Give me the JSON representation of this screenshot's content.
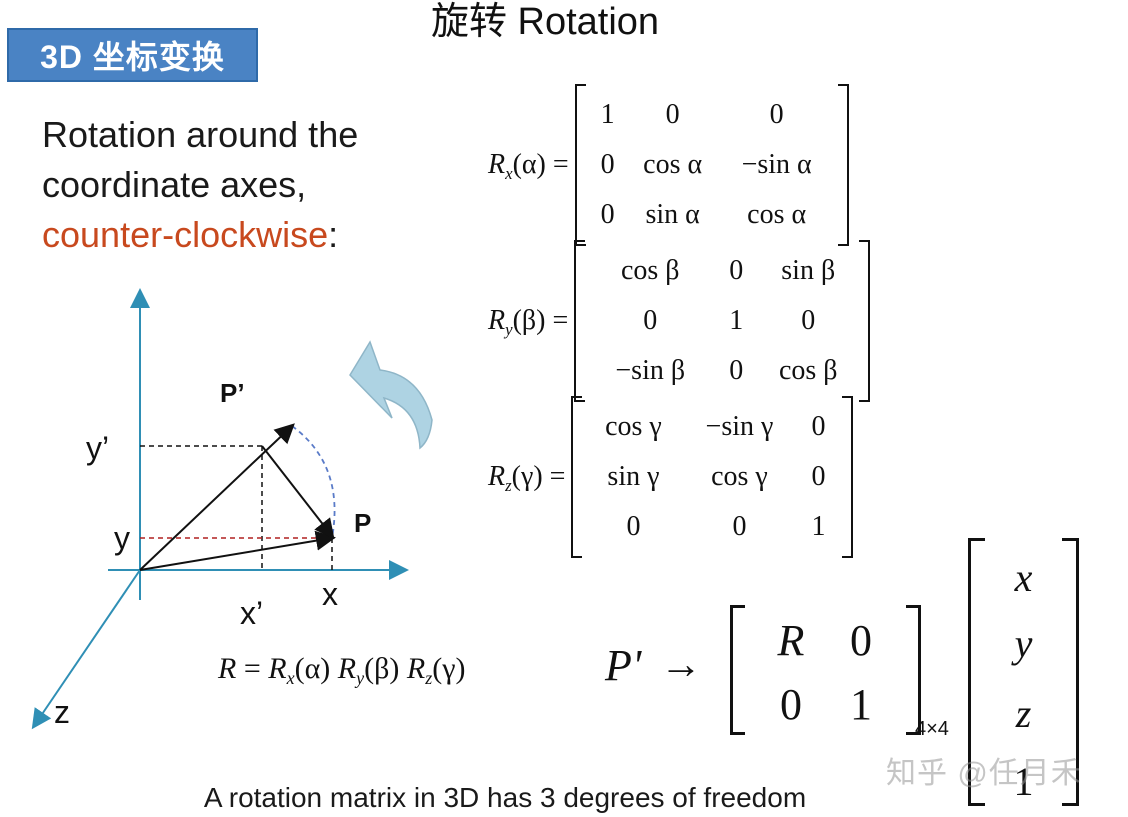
{
  "title": "旋转 Rotation",
  "badge": "3D 坐标变换",
  "lead": {
    "line1": "Rotation around the",
    "line2": "coordinate axes,",
    "accent": "counter-clockwise",
    "colon": ":"
  },
  "matrices": {
    "rx": {
      "fn": "R",
      "sub": "x",
      "arg": "(α) =",
      "rows": [
        [
          "1",
          "0",
          "0"
        ],
        [
          "0",
          "cos α",
          "−sin α"
        ],
        [
          "0",
          "sin α",
          "cos α"
        ]
      ]
    },
    "ry": {
      "fn": "R",
      "sub": "y",
      "arg": "(β) =",
      "rows": [
        [
          "cos β",
          "0",
          "sin β"
        ],
        [
          "0",
          "1",
          "0"
        ],
        [
          "−sin β",
          "0",
          "cos β"
        ]
      ]
    },
    "rz": {
      "fn": "R",
      "sub": "z",
      "arg": "(γ) =",
      "rows": [
        [
          "cos γ",
          "−sin γ",
          "0"
        ],
        [
          "sin γ",
          "cos γ",
          "0"
        ],
        [
          "0",
          "0",
          "1"
        ]
      ]
    }
  },
  "diagram": {
    "label_P": "P",
    "label_Pprime": "P’",
    "label_x": "x",
    "label_xprime": "x’",
    "label_y": "y",
    "label_yprime": "y’",
    "label_z": "z",
    "arrow_color": "#aed3e3"
  },
  "composition": {
    "R": "R",
    "eq": "=",
    "rx": "R",
    "rx_sub": "x",
    "rx_arg": "(α)",
    "ry": "R",
    "ry_sub": "y",
    "ry_arg": "(β)",
    "rz": "R",
    "rz_sub": "z",
    "rz_arg": "(γ)"
  },
  "homogeneous": {
    "lhs": "P'",
    "arrow": "→",
    "cells": [
      "R",
      "0",
      "0",
      "1"
    ],
    "size": "4×4",
    "vector": [
      "x",
      "y",
      "z",
      "1"
    ]
  },
  "bottom_note": "A rotation matrix in 3D has 3 degrees of freedom",
  "watermark": "知乎 @任月禾",
  "colors": {
    "badge_bg": "#4a83c4",
    "accent": "#c8491e",
    "axis": "#2f8fb5"
  }
}
